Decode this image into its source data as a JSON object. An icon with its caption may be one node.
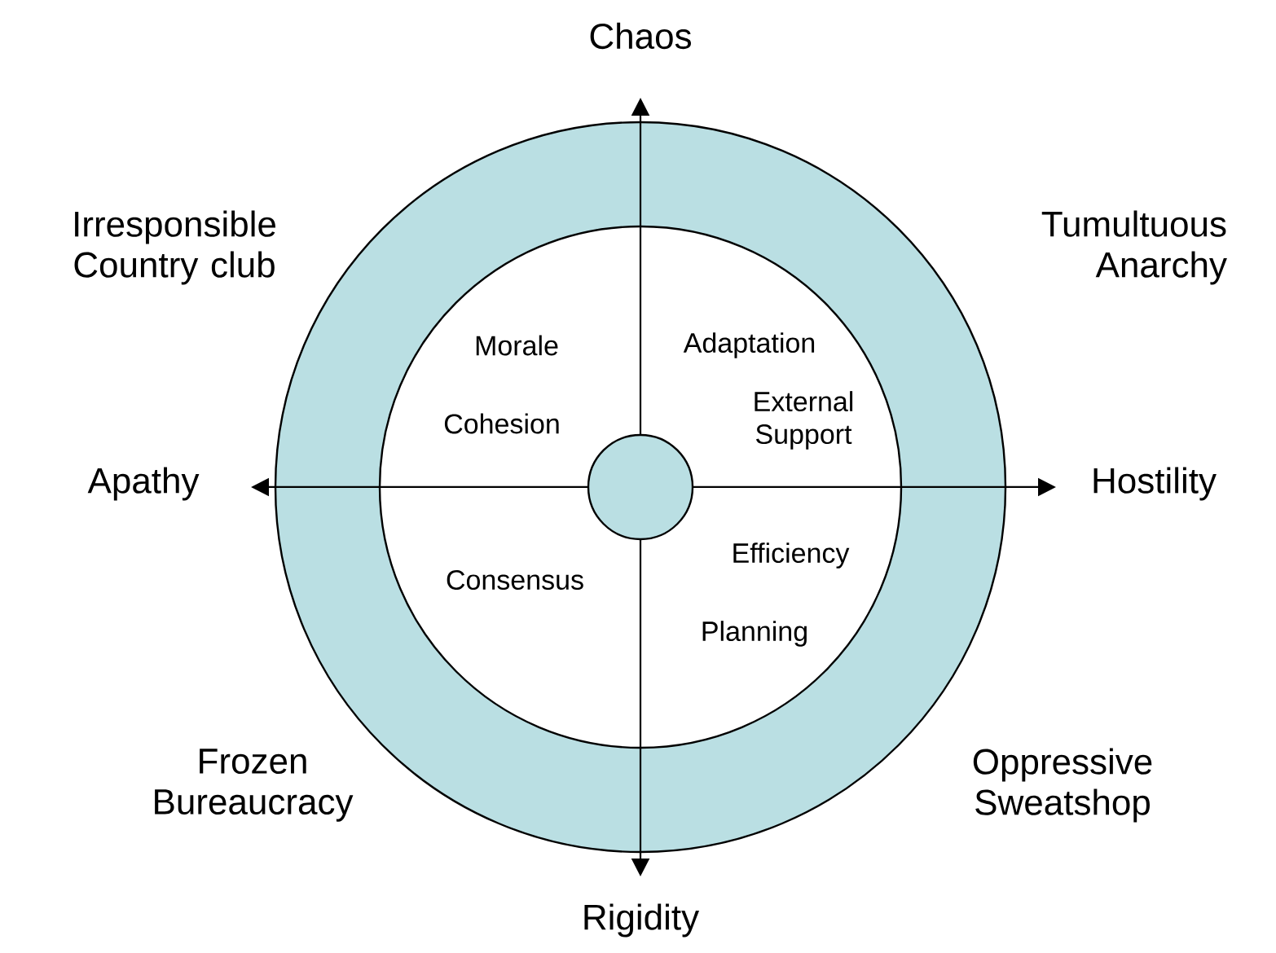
{
  "diagram": {
    "labels": [
      "Chaos",
      "Irresponsible Country club",
      "Tumultuous Anarchy",
      "Morale",
      "Adaptation",
      "External Support",
      "Cohesion",
      "Apathy",
      "Hostility",
      "Efficiency",
      "Consensus",
      "Planning",
      "Frozen Bureaucracy",
      "Oppressive Sweatshop",
      "Rigidity"
    ]
  }
}
